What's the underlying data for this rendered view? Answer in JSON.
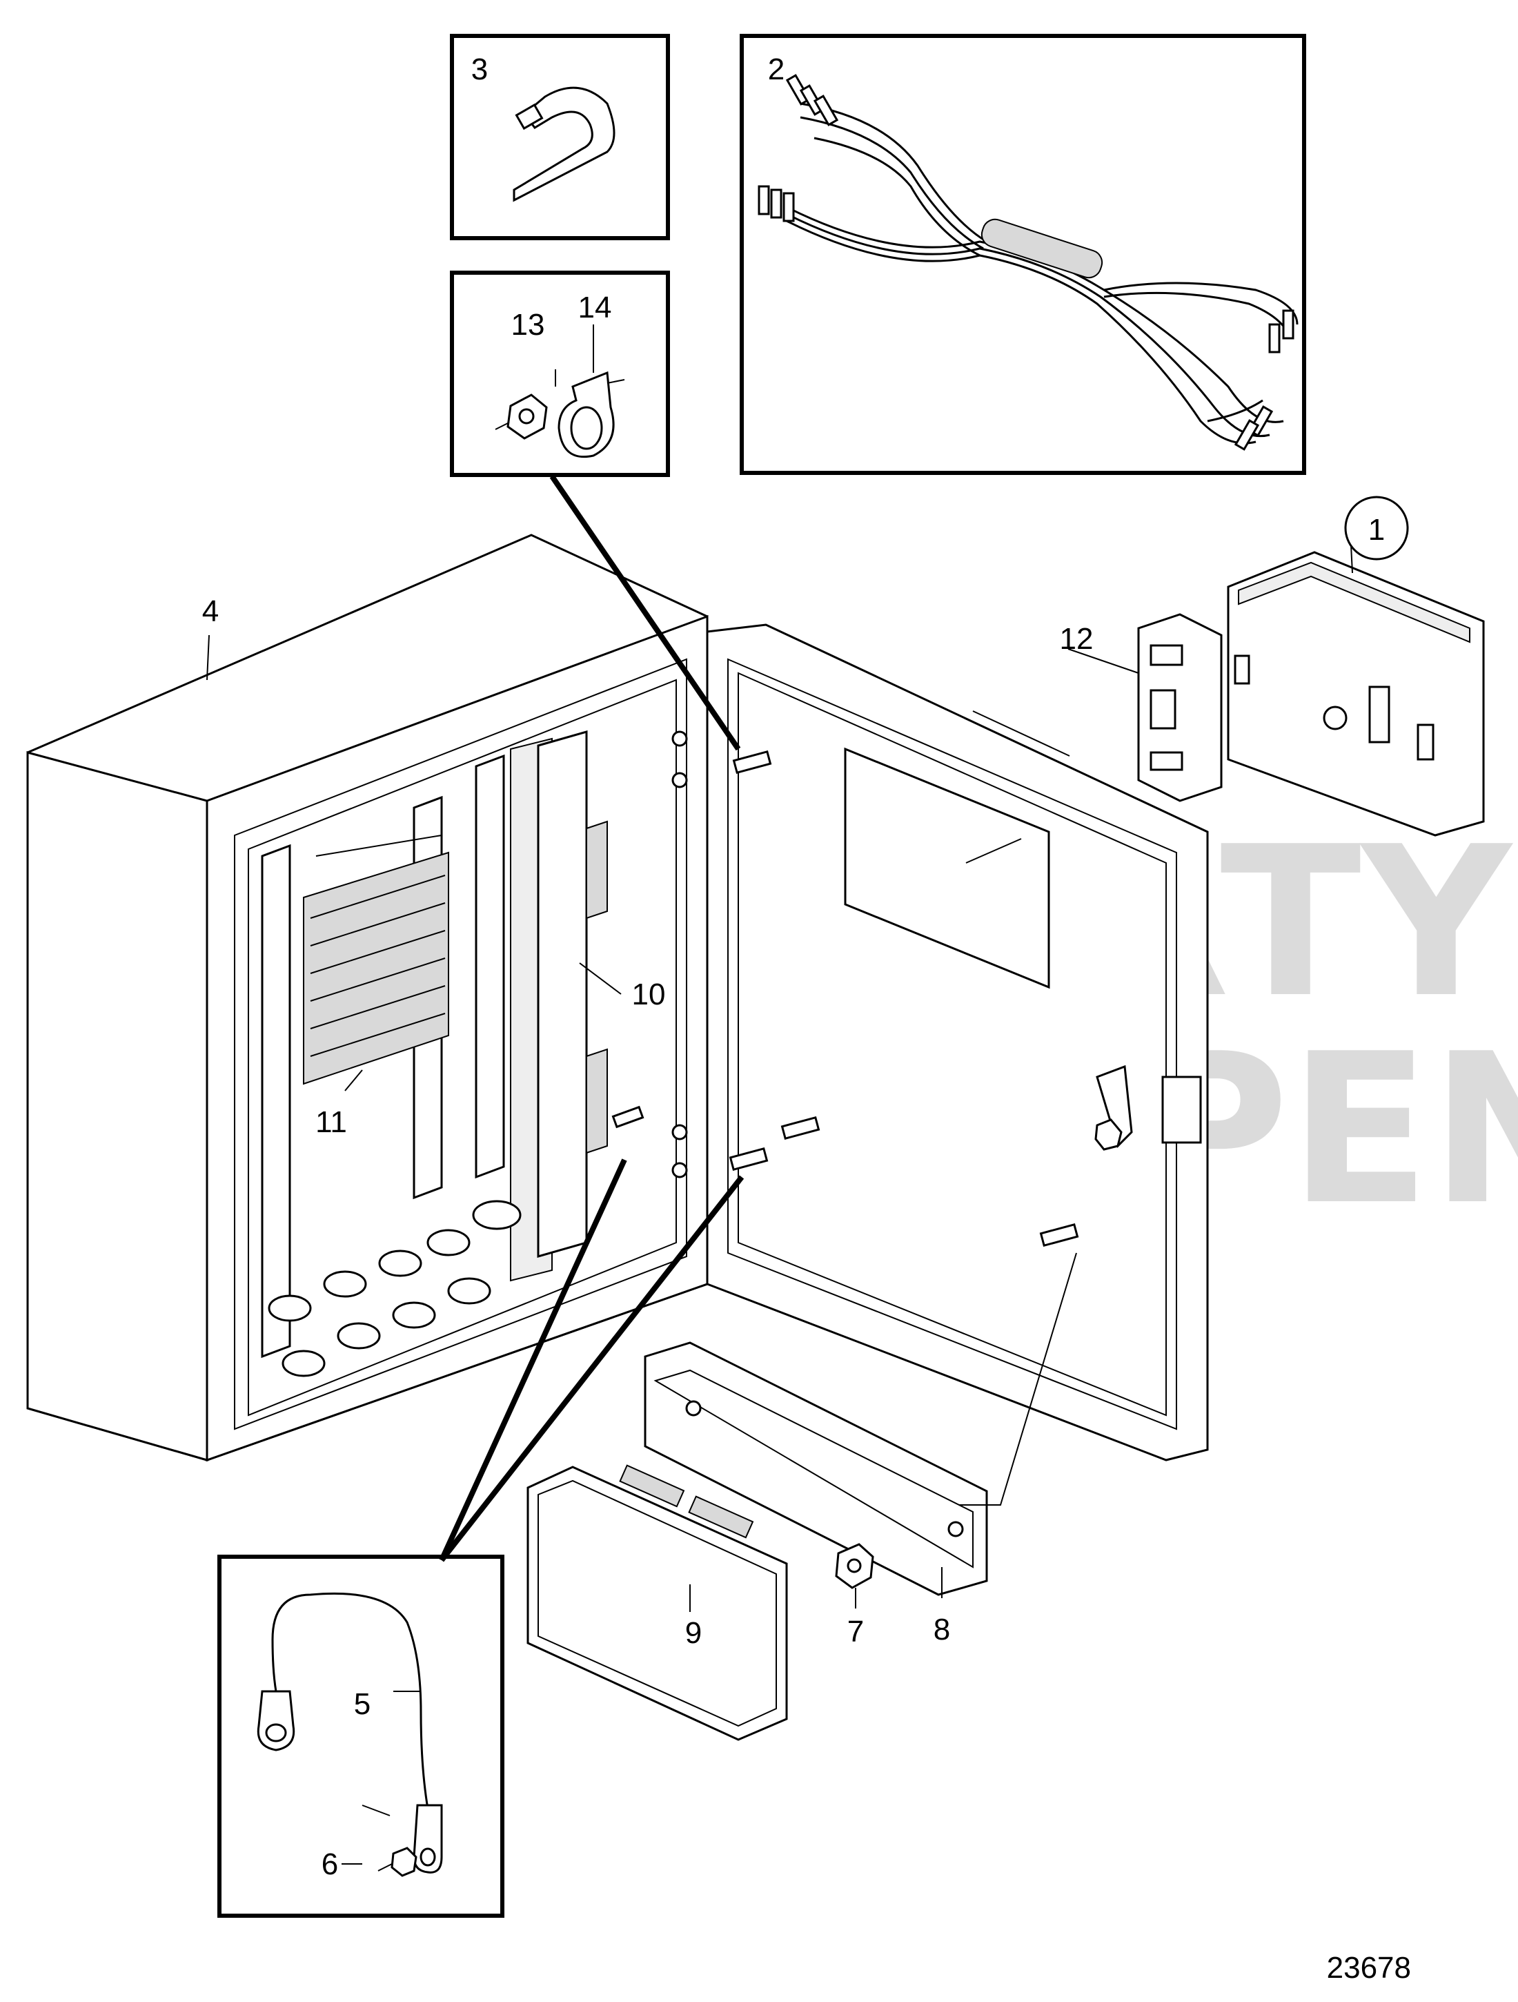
{
  "drawing_number": "23678",
  "watermark": [
    "PROPERTY OF",
    "VOLVO PENTA"
  ],
  "callouts": [
    "1",
    "2",
    "3",
    "4",
    "5",
    "6",
    "7",
    "8",
    "9",
    "10",
    "11",
    "12",
    "13",
    "14"
  ]
}
